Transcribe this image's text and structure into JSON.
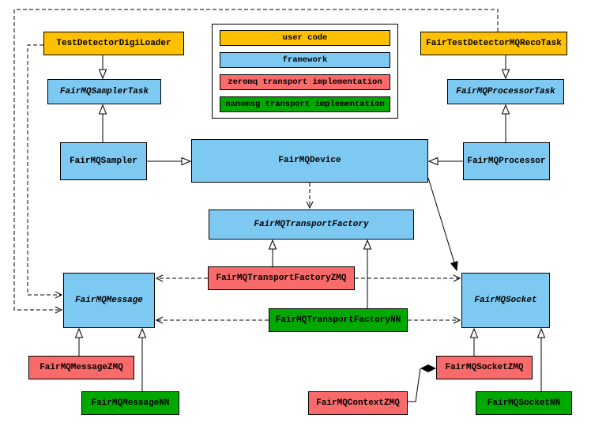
{
  "diagram": {
    "type": "uml-class-diagram",
    "legend": {
      "items": [
        {
          "label": "user code",
          "color": "#FFC000"
        },
        {
          "label": "framework",
          "color": "#7EC9F1"
        },
        {
          "label": "zeromq transport implementation",
          "color": "#F96A6A"
        },
        {
          "label": "nanomsg transport implementation",
          "color": "#00A800"
        }
      ]
    },
    "nodes": {
      "testDetectorDigiLoader": {
        "label": "TestDetectorDigiLoader",
        "color": "#FFC000",
        "abstract": false
      },
      "fairTestDetectorMQRecoTask": {
        "label": "FairTestDetectorMQRecoTask",
        "color": "#FFC000",
        "abstract": false
      },
      "fairMQSamplerTask": {
        "label": "FairMQSamplerTask",
        "color": "#7EC9F1",
        "abstract": true
      },
      "fairMQProcessorTask": {
        "label": "FairMQProcessorTask",
        "color": "#7EC9F1",
        "abstract": true
      },
      "fairMQSampler": {
        "label": "FairMQSampler",
        "color": "#7EC9F1",
        "abstract": false
      },
      "fairMQDevice": {
        "label": "FairMQDevice",
        "color": "#7EC9F1",
        "abstract": false
      },
      "fairMQProcessor": {
        "label": "FairMQProcessor",
        "color": "#7EC9F1",
        "abstract": false
      },
      "fairMQTransportFactory": {
        "label": "FairMQTransportFactory",
        "color": "#7EC9F1",
        "abstract": true
      },
      "fairMQTransportFactoryZMQ": {
        "label": "FairMQTransportFactoryZMQ",
        "color": "#F96A6A",
        "abstract": false
      },
      "fairMQTransportFactoryNN": {
        "label": "FairMQTransportFactoryNN",
        "color": "#00A800",
        "abstract": false
      },
      "fairMQMessage": {
        "label": "FairMQMessage",
        "color": "#7EC9F1",
        "abstract": true
      },
      "fairMQSocket": {
        "label": "FairMQSocket",
        "color": "#7EC9F1",
        "abstract": true
      },
      "fairMQMessageZMQ": {
        "label": "FairMQMessageZMQ",
        "color": "#F96A6A",
        "abstract": false
      },
      "fairMQMessageNN": {
        "label": "FairMQMessageNN",
        "color": "#00A800",
        "abstract": false
      },
      "fairMQContextZMQ": {
        "label": "FairMQContextZMQ",
        "color": "#F96A6A",
        "abstract": false
      },
      "fairMQSocketZMQ": {
        "label": "FairMQSocketZMQ",
        "color": "#F96A6A",
        "abstract": false
      },
      "fairMQSocketNN": {
        "label": "FairMQSocketNN",
        "color": "#00A800",
        "abstract": false
      }
    },
    "edges": [
      {
        "from": "TestDetectorDigiLoader",
        "to": "FairMQSamplerTask",
        "type": "inheritance"
      },
      {
        "from": "FairMQSampler",
        "to": "FairMQSamplerTask",
        "type": "inheritance"
      },
      {
        "from": "FairMQSampler",
        "to": "FairMQDevice",
        "type": "inheritance"
      },
      {
        "from": "FairTestDetectorMQRecoTask",
        "to": "FairMQProcessorTask",
        "type": "inheritance"
      },
      {
        "from": "FairMQProcessor",
        "to": "FairMQProcessorTask",
        "type": "inheritance"
      },
      {
        "from": "FairMQProcessor",
        "to": "FairMQDevice",
        "type": "inheritance"
      },
      {
        "from": "FairMQDevice",
        "to": "FairMQTransportFactory",
        "type": "dependency"
      },
      {
        "from": "FairMQDevice",
        "to": "FairMQSocket",
        "type": "association"
      },
      {
        "from": "FairMQTransportFactoryZMQ",
        "to": "FairMQTransportFactory",
        "type": "inheritance"
      },
      {
        "from": "FairMQTransportFactoryNN",
        "to": "FairMQTransportFactory",
        "type": "inheritance"
      },
      {
        "from": "FairMQTransportFactoryZMQ",
        "to": "FairMQMessage",
        "type": "dependency"
      },
      {
        "from": "FairMQTransportFactoryZMQ",
        "to": "FairMQSocket",
        "type": "dependency"
      },
      {
        "from": "FairMQTransportFactoryNN",
        "to": "FairMQMessage",
        "type": "dependency"
      },
      {
        "from": "FairMQTransportFactoryNN",
        "to": "FairMQSocket",
        "type": "dependency"
      },
      {
        "from": "FairMQMessageZMQ",
        "to": "FairMQMessage",
        "type": "inheritance"
      },
      {
        "from": "FairMQMessageNN",
        "to": "FairMQMessage",
        "type": "inheritance"
      },
      {
        "from": "FairMQSocketZMQ",
        "to": "FairMQSocket",
        "type": "inheritance"
      },
      {
        "from": "FairMQSocketNN",
        "to": "FairMQSocket",
        "type": "inheritance"
      },
      {
        "from": "FairMQContextZMQ",
        "to": "FairMQSocketZMQ",
        "type": "composition"
      },
      {
        "from": "TestDetectorDigiLoader",
        "to": "FairMQMessage",
        "type": "dependency"
      },
      {
        "from": "FairTestDetectorMQRecoTask",
        "to": "FairMQMessage",
        "type": "dependency"
      }
    ]
  }
}
